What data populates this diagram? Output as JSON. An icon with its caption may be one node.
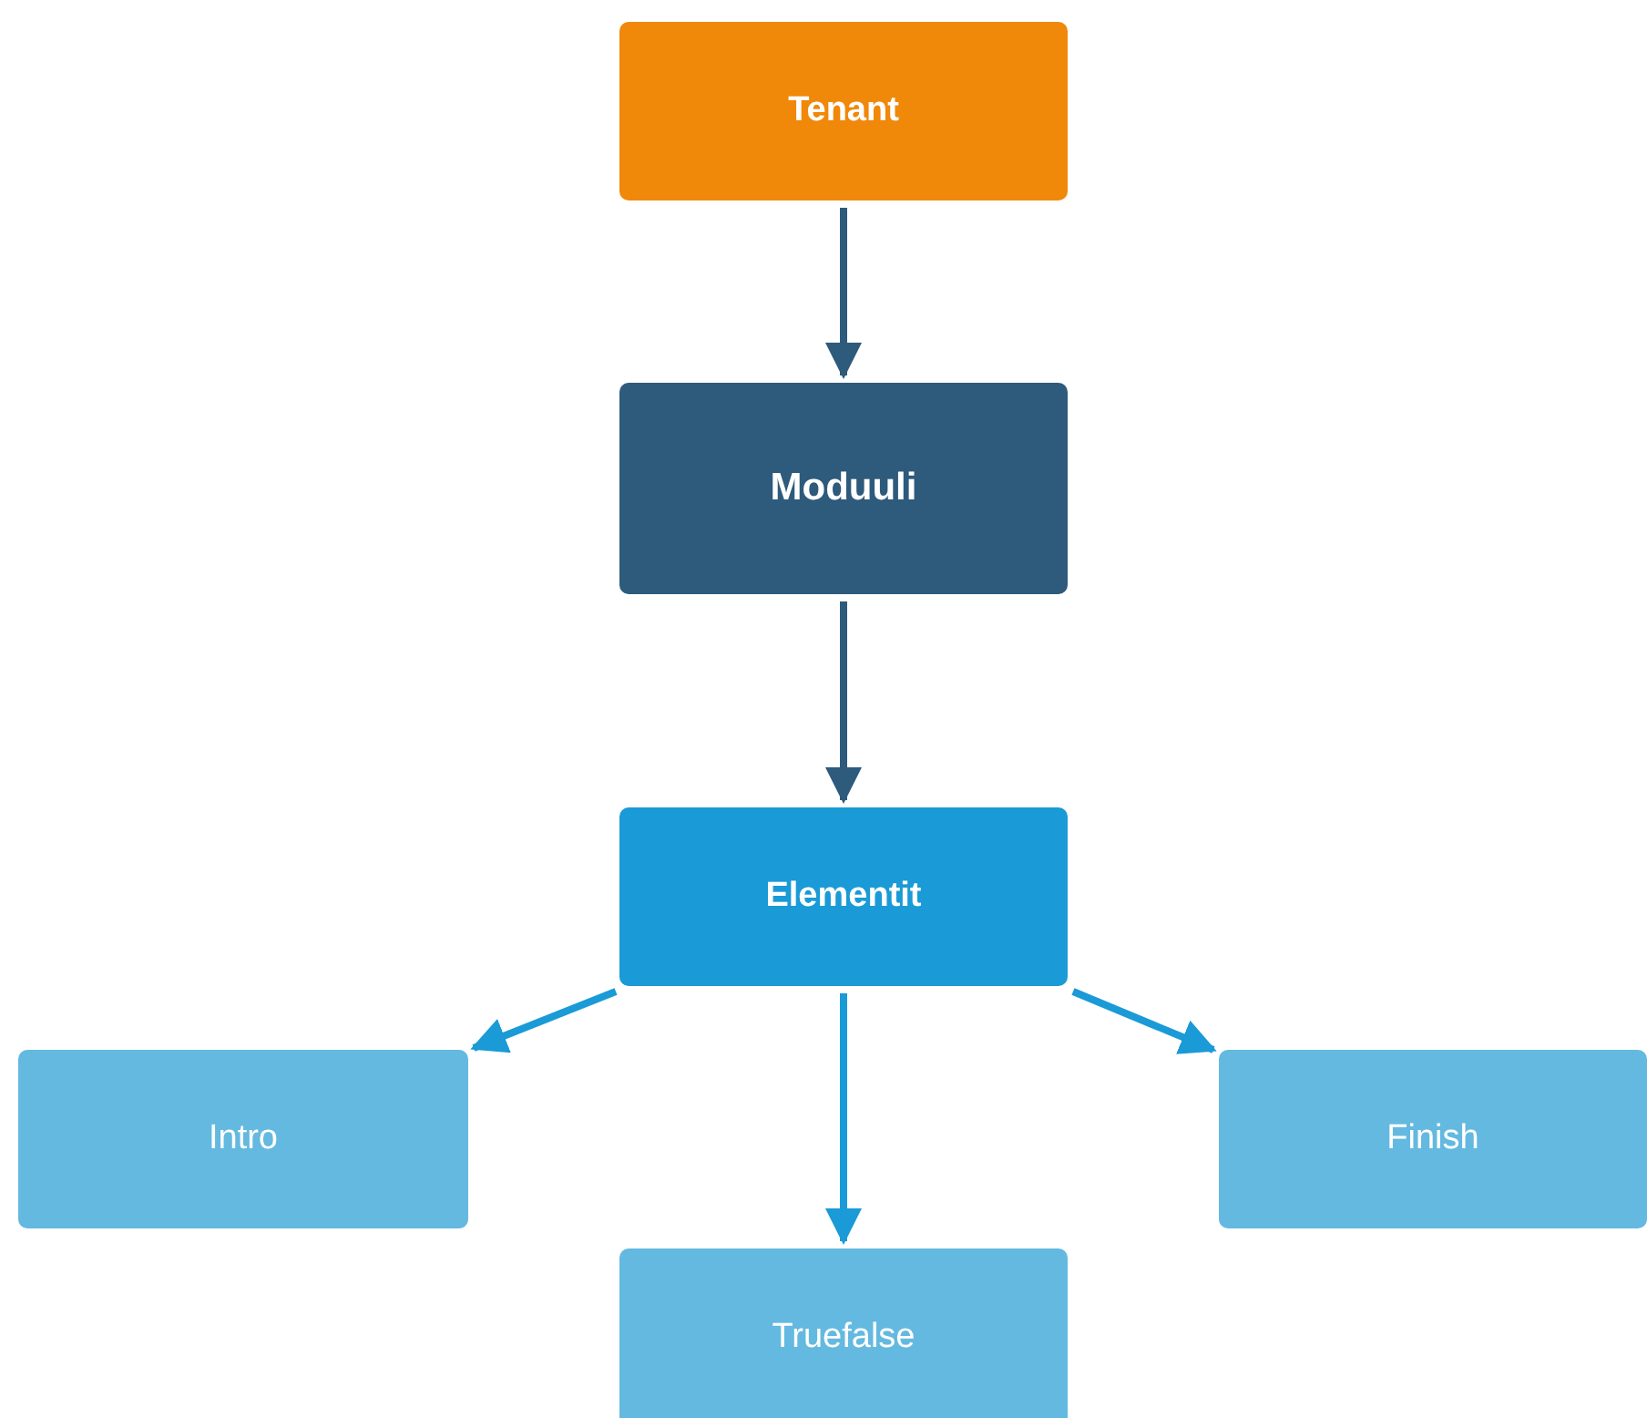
{
  "diagram": {
    "nodes": [
      {
        "text": [
          "Tenant"
        ]
      },
      {
        "text": [
          "Moduuli"
        ]
      },
      {
        "text": [
          "Elementit"
        ]
      },
      {
        "text": [
          "Intro"
        ]
      },
      {
        "text": [
          "Truefalse"
        ]
      },
      {
        "text": [
          "Finish"
        ]
      }
    ],
    "edges": [
      {
        "from": 0,
        "to": 1,
        "arrow": "to",
        "color": "#2e5a7c"
      },
      {
        "from": 1,
        "to": 2,
        "arrow": "to",
        "color": "#2e5a7c"
      },
      {
        "from": 2,
        "to": 3,
        "arrow": "to"
      },
      {
        "from": 2,
        "to": 4,
        "arrow": "to"
      },
      {
        "from": 2,
        "to": 5,
        "arrow": "to"
      }
    ]
  }
}
